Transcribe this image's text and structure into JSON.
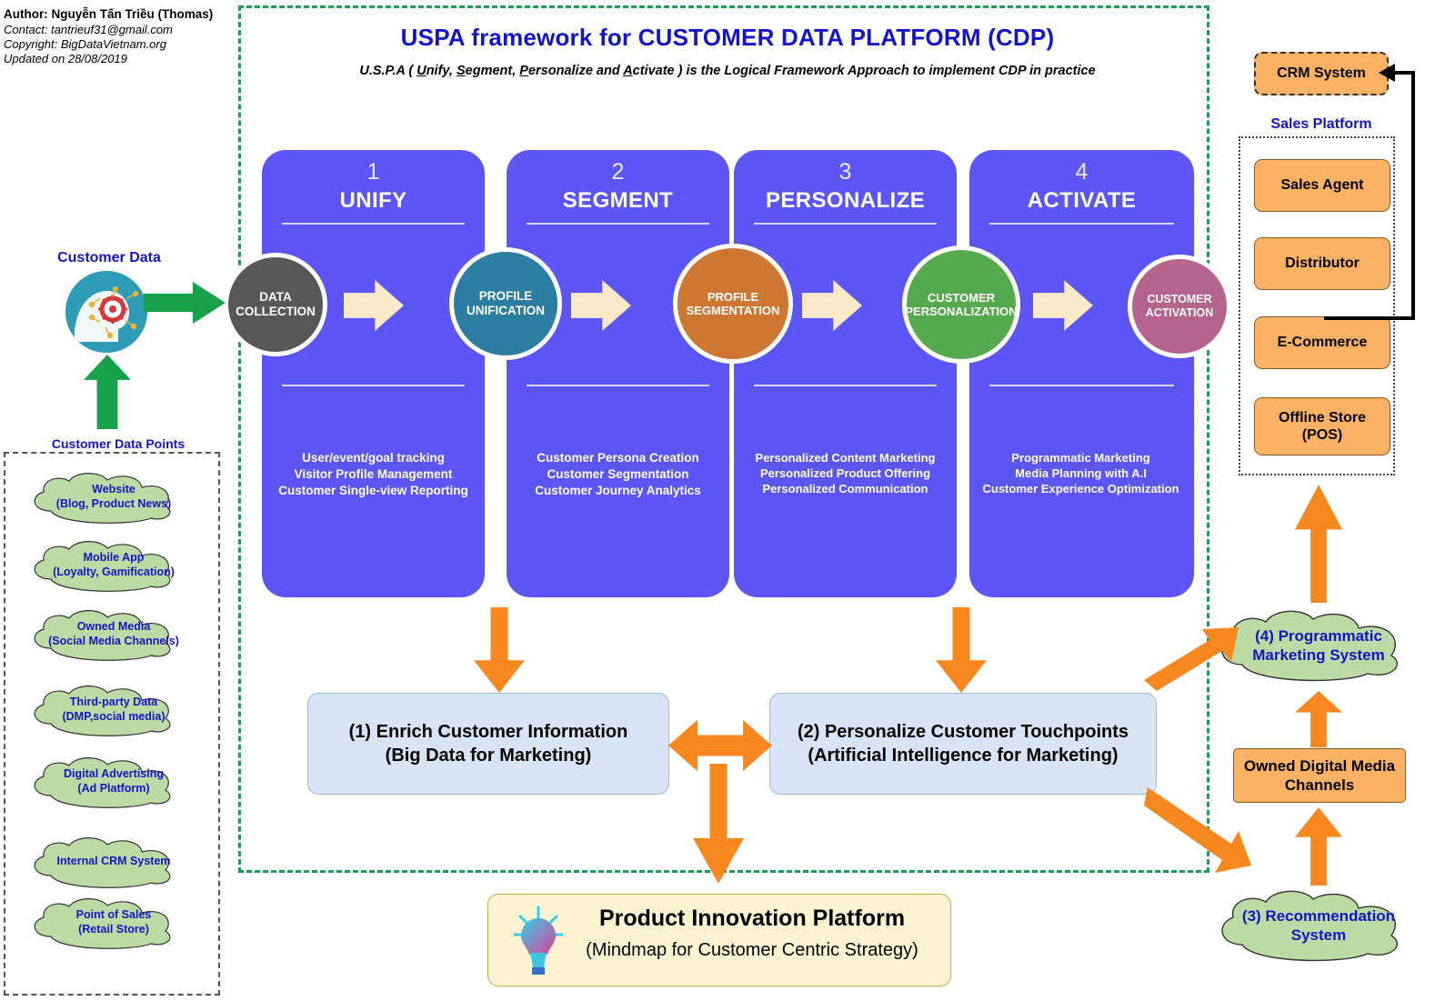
{
  "credits": {
    "author": "Author: Nguyễn Tấn Triều (Thomas)",
    "contact": "Contact: tantrieuf31@gmail.com",
    "copyright": "Copyright: BigDataVietnam.org",
    "updated": "Updated on 28/08/2019"
  },
  "header": {
    "title": "USPA framework for CUSTOMER DATA PLATFORM (CDP)",
    "subtitle_prefix": "U.S.P.A ( ",
    "subtitle_u": "U",
    "subtitle_unify": "nify, ",
    "subtitle_s": "S",
    "subtitle_segment": "egment, ",
    "subtitle_p": "P",
    "subtitle_personalize": "ersonalize and ",
    "subtitle_a": "A",
    "subtitle_activate": "ctivate ) is the Logical Framework Approach to implement CDP in practice"
  },
  "colors": {
    "panel": "#5b56f5",
    "frame_green": "#1a9d57",
    "accent_orange": "#f7871f",
    "orange_box": "#fbb264",
    "blue_box": "#d6e4f5",
    "cloud_green": "#bcdba4",
    "title_blue": "#1414c8"
  },
  "stages": [
    {
      "num": "1",
      "name": "UNIFY",
      "circle": "DATA\nCOLLECTION",
      "circle_l1": "DATA",
      "circle_l2": "COLLECTION",
      "circle_color": "#575757",
      "bullets": [
        "User/event/goal tracking",
        "Visitor Profile Management",
        "Customer Single-view Reporting"
      ]
    },
    {
      "num": "2",
      "name": "SEGMENT",
      "circle_l1": "PROFILE",
      "circle_l2": "UNIFICATION",
      "circle_color": "#2c7ea1",
      "bullets": [
        "Customer Persona Creation",
        "Customer Segmentation",
        "Customer Journey Analytics"
      ]
    },
    {
      "num": "3",
      "name": "PERSONALIZE",
      "circle_l1": "PROFILE",
      "circle_l2": "SEGMENTATION",
      "circle_color": "#ce7733",
      "bullets": [
        "Personalized Content Marketing",
        "Personalized Product Offering",
        "Personalized Communication"
      ]
    },
    {
      "num": "4",
      "name": "ACTIVATE",
      "circle_l1": "CUSTOMER",
      "circle_l2": "PERSONALIZATION",
      "circle_color": "#55aa4e",
      "bullets": [
        "Programmatic Marketing",
        "Media Planning with A.I",
        "Customer Experience Optimization"
      ]
    }
  ],
  "circles": [
    {
      "l1": "DATA",
      "l2": "COLLECTION",
      "color": "#575757"
    },
    {
      "l1": "PROFILE",
      "l2": "UNIFICATION",
      "color": "#2c7ea1"
    },
    {
      "l1": "PROFILE",
      "l2": "SEGMENTATION",
      "color": "#ce7733"
    },
    {
      "l1": "CUSTOMER",
      "l2": "PERSONALIZATION",
      "color": "#55aa4e"
    },
    {
      "l1": "CUSTOMER",
      "l2": "ACTIVATION",
      "color": "#b5638f"
    }
  ],
  "left": {
    "customer_data_label": "Customer Data",
    "data_points_label": "Customer Data Points",
    "data_points": [
      {
        "l1": "Website",
        "l2": "(Blog, Product News)"
      },
      {
        "l1": "Mobile App",
        "l2": "(Loyalty, Gamification)"
      },
      {
        "l1": "Owned Media",
        "l2": "(Social Media Channels)"
      },
      {
        "l1": "Third-party Data",
        "l2": "(DMP,social media)"
      },
      {
        "l1": "Digital Advertising",
        "l2": "(Ad Platform)"
      },
      {
        "l1": "Internal CRM System",
        "l2": ""
      },
      {
        "l1": "Point of Sales",
        "l2": "(Retail Store)"
      }
    ]
  },
  "right": {
    "crm_label": "CRM System",
    "sales_platform_label": "Sales Platform",
    "sales_items": [
      {
        "l1": "Sales Agent",
        "l2": ""
      },
      {
        "l1": "Distributor",
        "l2": ""
      },
      {
        "l1": "E-Commerce",
        "l2": ""
      },
      {
        "l1": "Offline Store",
        "l2": "(POS)"
      }
    ],
    "cloud4_l1": "(4) Programmatic",
    "cloud4_l2": "Marketing System",
    "owned_media_l1": "Owned Digital Media",
    "owned_media_l2": "Channels",
    "cloud3_l1": "(3) Recommendation",
    "cloud3_l2": "System"
  },
  "bottom": {
    "box1_l1": "(1) Enrich Customer Information",
    "box1_l2": "(Big Data for Marketing)",
    "box2_l1": "(2) Personalize Customer Touchpoints",
    "box2_l2": "(Artificial Intelligence for Marketing)",
    "pip_title": "Product Innovation Platform",
    "pip_sub": "(Mindmap for Customer Centric Strategy)"
  }
}
